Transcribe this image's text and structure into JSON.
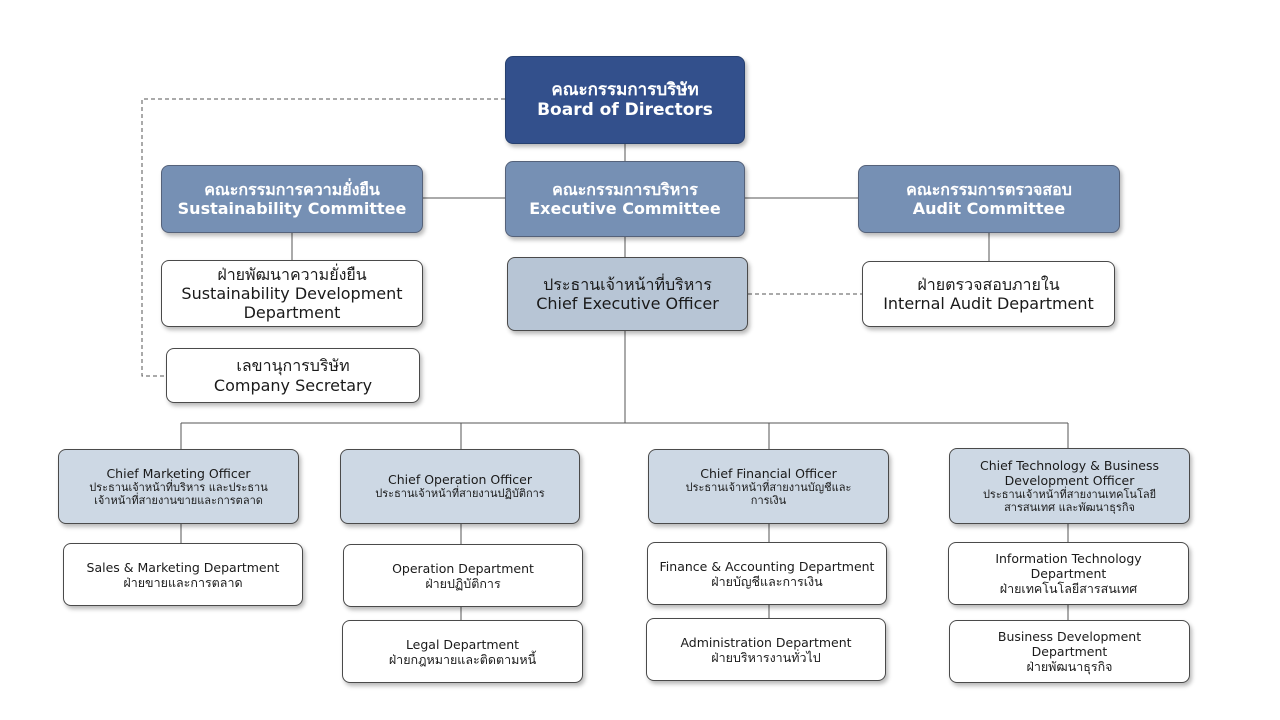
{
  "board": {
    "th": "คณะกรรมการบริษัท",
    "en": "Board of Directors"
  },
  "sustainability_committee": {
    "th": "คณะกรรมการความยั่งยืน",
    "en": "Sustainability Committee"
  },
  "executive_committee": {
    "th": "คณะกรรมการบริหาร",
    "en": "Executive Committee"
  },
  "audit_committee": {
    "th": "คณะกรรมการตรวจสอบ",
    "en": "Audit Committee"
  },
  "sustainability_department": {
    "th": "ฝ่ายพัฒนาความยั่งยืน",
    "en1": "Sustainability Development",
    "en2": "Department"
  },
  "ceo": {
    "th": "ประธานเจ้าหน้าที่บริหาร",
    "en": "Chief Executive Officer"
  },
  "internal_audit": {
    "th": "ฝ่ายตรวจสอบภายใน",
    "en": "Internal Audit Department"
  },
  "company_secretary": {
    "th": "เลขานุการบริษัท",
    "en": "Company Secretary"
  },
  "cmo": {
    "en": "Chief Marketing Officer",
    "th1": "ประธานเจ้าหน้าที่บริหาร และประธาน",
    "th2": "เจ้าหน้าที่สายงานขายและการตลาด"
  },
  "coo": {
    "en": "Chief Operation Officer",
    "th1": "ประธานเจ้าหน้าที่สายงานปฏิบัติการ"
  },
  "cfo": {
    "en": "Chief Financial Officer",
    "th1": "ประธานเจ้าหน้าที่สายงานบัญชีและ",
    "th2": "การเงิน"
  },
  "ctbdo": {
    "en1": "Chief Technology & Business",
    "en2": "Development Officer",
    "th1": "ประธานเจ้าหน้าที่สายงานเทคโนโลยี",
    "th2": "สารสนเทศ และพัฒนาธุรกิจ"
  },
  "sales_marketing": {
    "en": "Sales & Marketing Department",
    "th": "ฝ่ายขายและการตลาด"
  },
  "operation": {
    "en": "Operation Department",
    "th": "ฝ่ายปฏิบัติการ"
  },
  "legal": {
    "en": "Legal Department",
    "th": "ฝ่ายกฎหมายและติดตามหนี้"
  },
  "finance": {
    "en": "Finance & Accounting Department",
    "th": "ฝ่ายบัญชีและการเงิน"
  },
  "administration": {
    "en": "Administration Department",
    "th": "ฝ่ายบริหารงานทั่วไป"
  },
  "it": {
    "en1": "Information Technology",
    "en2": "Department",
    "th": "ฝ่ายเทคโนโลยีสารสนเทศ"
  },
  "business_development": {
    "en1": "Business Development",
    "en2": "Department",
    "th": "ฝ่ายพัฒนาธุรกิจ"
  }
}
